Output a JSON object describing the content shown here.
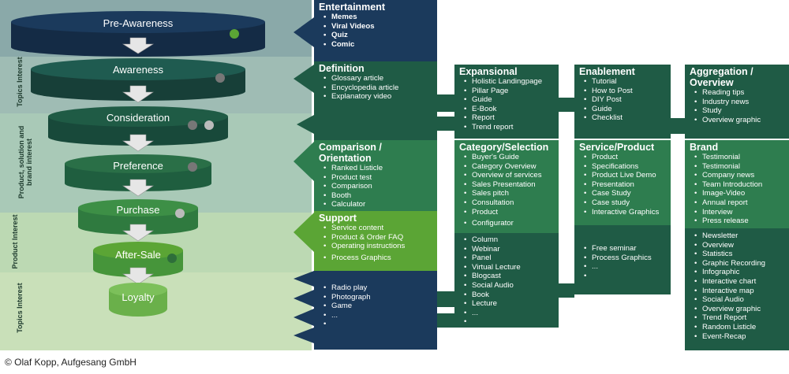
{
  "funnel": {
    "stages": [
      "Pre-Awareness",
      "Awareness",
      "Consideration",
      "Preference",
      "Purchase",
      "After-Sale",
      "Loyalty"
    ],
    "side_labels": [
      "Topics Interest",
      "Product, solution and brand interest",
      "Product Interest",
      "Topics Interest"
    ]
  },
  "entertainment": {
    "title": "Entertainment",
    "items": [
      "Memes",
      "Viral Videos",
      "Quiz",
      "Comic"
    ]
  },
  "definition": {
    "title": "Definition",
    "items": [
      "Glossary article",
      "Encyclopedia article",
      "Explanatory video"
    ]
  },
  "expansional": {
    "title": "Expansional",
    "items": [
      "Holistic Landingpage",
      "Pillar Page",
      "Guide",
      "E-Book",
      "Report",
      "Trend report"
    ]
  },
  "enablement": {
    "title": "Enablement",
    "items": [
      "Tutorial",
      "How to Post",
      "DIY Post",
      "Guide",
      "Checklist"
    ]
  },
  "aggregation": {
    "title": "Aggregation / Overview",
    "items": [
      "Reading tips",
      "Industry news",
      "Study",
      "Overview graphic"
    ]
  },
  "comparison": {
    "title": "Comparison / Orientation",
    "items": [
      "Ranked Listicle",
      "Product test",
      "Comparison",
      "Booth",
      "Calculator"
    ]
  },
  "category": {
    "title": "Category/Selection",
    "items": [
      "Buyer's Guide",
      "Category Overview",
      "Overview of services",
      "Sales Presentation",
      "Sales pitch",
      "Consultation",
      "Product",
      "Configurator"
    ]
  },
  "service": {
    "title": "Service/Product",
    "items": [
      "Product",
      "Specifications",
      "Product Live Demo",
      "Presentation",
      "Case Study",
      "Case study",
      "Interactive Graphics"
    ]
  },
  "brand": {
    "title": "Brand",
    "items": [
      "Testimonial",
      "Testimonial",
      "Company news",
      "Team Introduction",
      "Image-Video",
      "Annual report",
      "Interview",
      "Press release"
    ]
  },
  "support": {
    "title": "Support",
    "items": [
      "Service content",
      "Product & Order FAQ",
      "Operating instructions",
      "Process Graphics"
    ]
  },
  "column3": {
    "items": [
      "Column",
      "Webinar",
      "Panel",
      "Virtual Lecture",
      "Blogcast",
      "Social Audio",
      "Book",
      "Lecture",
      "...",
      ""
    ]
  },
  "column4": {
    "items": [
      "Free seminar",
      "Process Graphics",
      "...",
      ""
    ]
  },
  "column5": {
    "items": [
      "Newsletter",
      "Overview",
      "Statistics",
      "Graphic Recording",
      "Infographic",
      "Interactive chart",
      "Interactive map",
      "Social Audio",
      "Overview graphic",
      "Trend Report",
      "Random Listicle",
      "Event-Recap",
      ""
    ]
  },
  "entertainment2": {
    "items": [
      "Radio play",
      "Photograph",
      "Game",
      "...",
      ""
    ]
  },
  "copyright": "© Olaf Kopp, Aufgesang GmbH",
  "colors": {
    "navy": "#1b3a5c",
    "dark_green": "#1f5b45",
    "mid_green": "#2e7d4f",
    "bright_green": "#5ba535",
    "band_teal": "#8aa9a9",
    "band_light": "#c9e0b9"
  }
}
